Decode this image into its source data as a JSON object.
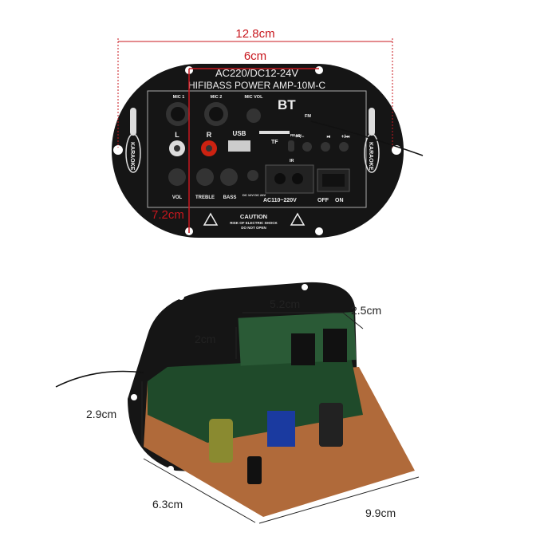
{
  "dimensions": {
    "panel_width": "12.8cm",
    "hole_spacing": "6cm",
    "panel_height": "7.2cm",
    "module_length": "5.2cm",
    "module_depth": "2.5cm",
    "module_height": "2cm",
    "board_height": "2.9cm",
    "board_width": "6.3cm",
    "board_length": "9.9cm"
  },
  "panel": {
    "voltage_line": "AC220/DC12-24V",
    "model_line": "HIFIBASS POWER AMP-10M-C",
    "bt": "BT",
    "mic1": "MIC 1",
    "mic2": "MIC 2",
    "mic_vol": "MIC VOL",
    "left": "L",
    "right": "R",
    "usb": "USB",
    "tf": "TF",
    "read": "READ",
    "fm": "FM",
    "prev": "⏮/−",
    "play": "⏯",
    "next": "+/⏭",
    "ir": "IR",
    "vol": "VOL",
    "treble": "TREBLE",
    "bass": "BASS",
    "dc": "DC 12V DC 24V",
    "ac": "AC110~220V",
    "off": "OFF",
    "on": "ON",
    "karaoke": "KARAOKE",
    "caution": "CAUTION",
    "caution_sub1": "RISK OF ELECTRIC SHOCK",
    "caution_sub2": "DO NOT OPEN",
    "minus": "−",
    "plus": "+"
  },
  "colors": {
    "dimension_red": "#c8171e",
    "panel": "#151515",
    "pcb_green": "#1f4a2a",
    "pcb_brown": "#b06a3a"
  }
}
